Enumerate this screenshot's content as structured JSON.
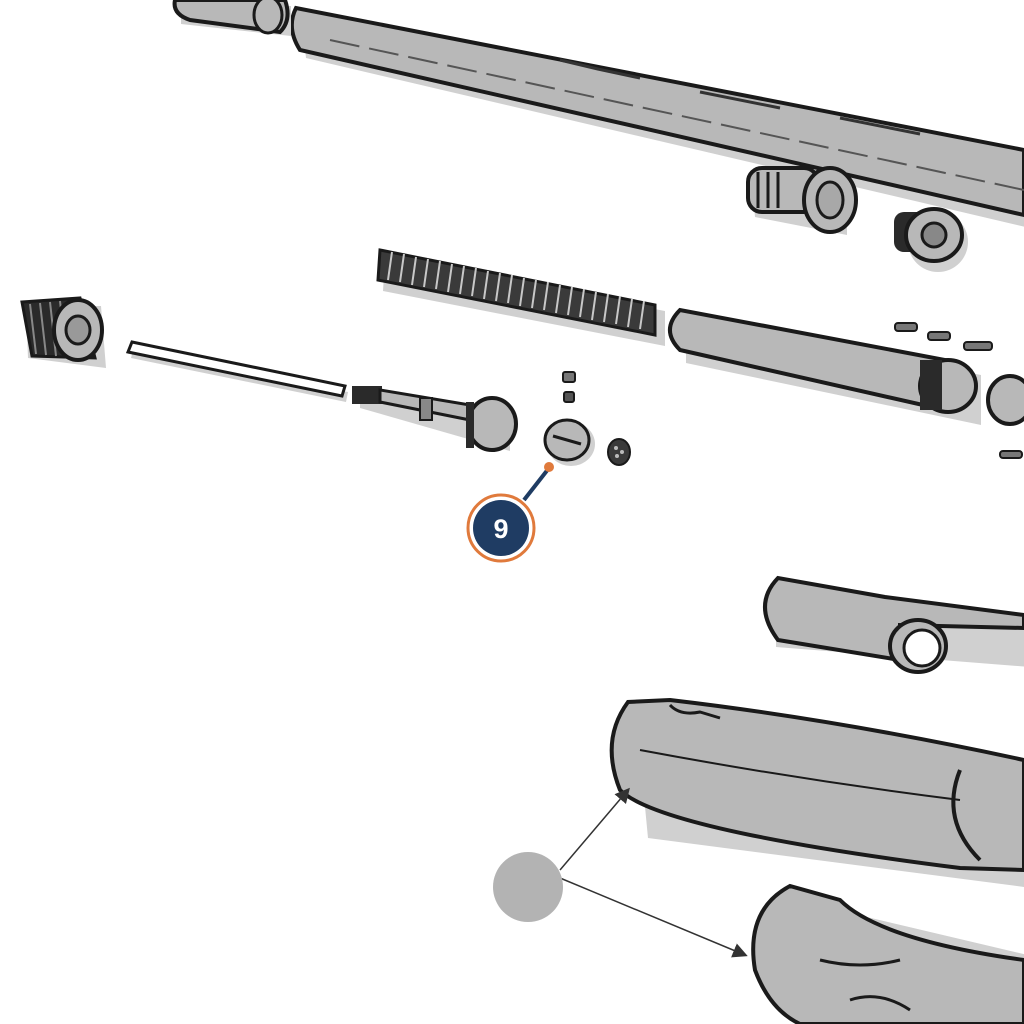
{
  "diagram": {
    "type": "exploded-parts-view",
    "subject": "shotgun-parts",
    "colors": {
      "part_fill": "#b8b8b8",
      "part_shadow": "#cfcfcf",
      "outline": "#1a1a1a",
      "callout_fill": "#1f3c63",
      "callout_ring": "#e07a3c",
      "callout_text": "#ffffff",
      "leader_line": "#1f3c63",
      "leader_dot": "#e07a3c",
      "grey_marker": "#b3b3b3",
      "arrow_line": "#333333"
    },
    "callouts": [
      {
        "id": "part-9",
        "label": "9"
      }
    ],
    "unlabeled_marker": {
      "label": ""
    }
  }
}
